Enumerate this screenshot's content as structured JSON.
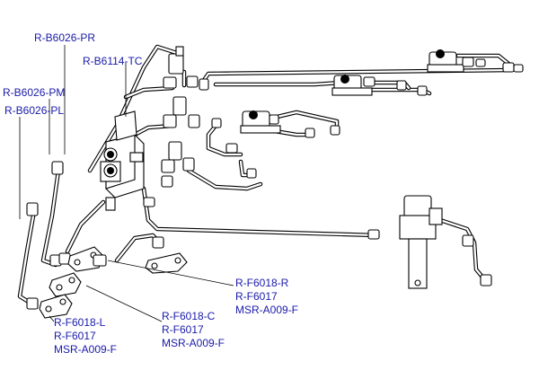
{
  "diagram": {
    "label_color": "#1a1aaa",
    "labels": {
      "pr": "R-B6026-PR",
      "tc": "R-B6114-TC",
      "pm": "R-B6026-PM",
      "pl": "R-B6026-PL",
      "right_group": [
        "R-F6018-R",
        "R-F6017",
        "MSR-A009-F"
      ],
      "center_group": [
        "R-F6018-C",
        "R-F6017",
        "MSR-A009-F"
      ],
      "left_group": [
        "R-F6018-L",
        "R-F6017",
        "MSR-A009-F"
      ]
    }
  }
}
